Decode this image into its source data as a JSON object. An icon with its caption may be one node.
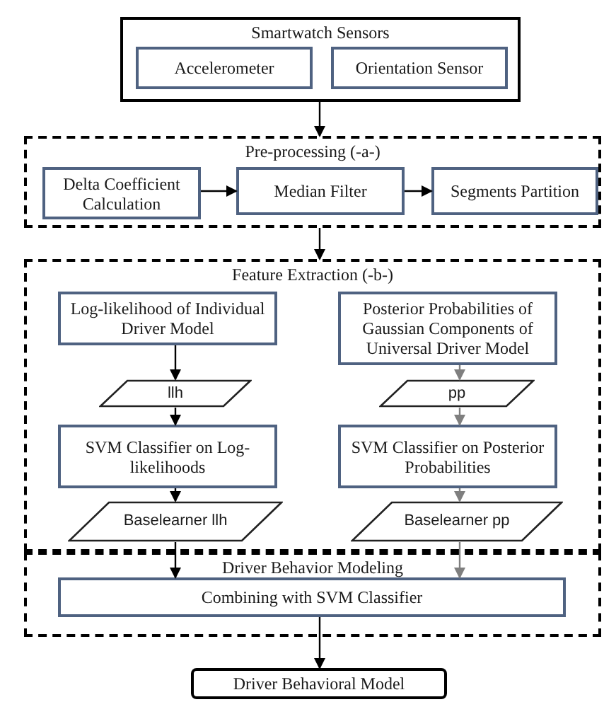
{
  "diagram": {
    "nodes": [
      {
        "text": [
          "Smartwatch Sensors"
        ]
      },
      {
        "text": [
          "Accelerometer"
        ],
        "in": 0
      },
      {
        "text": [
          "Orientation Sensor"
        ],
        "in": 0
      },
      {
        "text": [
          "Pre-processing (-a-)"
        ]
      },
      {
        "text": [
          "Delta Coefficient Calculation"
        ],
        "in": 3
      },
      {
        "text": [
          "Median Filter"
        ],
        "in": 3
      },
      {
        "text": [
          "Segments Partition"
        ],
        "in": 3
      },
      {
        "text": [
          "Feature Extraction (-b-)"
        ]
      },
      {
        "text": [
          "Log-likelihood of Individual Driver Model"
        ],
        "in": 7
      },
      {
        "text": [
          "Posterior Probabilities of Gaussian Components of Universal Driver Model"
        ],
        "in": 7
      },
      {
        "text": [
          "llh"
        ],
        "in": 7
      },
      {
        "text": [
          "pp"
        ],
        "in": 7
      },
      {
        "text": [
          "SVM Classifier on Log-likelihoods"
        ],
        "in": 7
      },
      {
        "text": [
          "SVM Classifier on Posterior Probabilities"
        ],
        "in": 7
      },
      {
        "text": [
          "Baselearner llh"
        ],
        "in": 7
      },
      {
        "text": [
          "Baselearner pp"
        ],
        "in": 7
      },
      {
        "text": [
          "Driver Behavior Modeling"
        ]
      },
      {
        "text": [
          "Combining with SVM Classifier"
        ],
        "in": 16
      },
      {
        "text": [
          "Driver Behavioral Model"
        ]
      }
    ],
    "edges": [
      {
        "from": 0,
        "to": 3,
        "arrow": "to"
      },
      {
        "from": 4,
        "to": 5,
        "arrow": "to"
      },
      {
        "from": 5,
        "to": 6,
        "arrow": "to"
      },
      {
        "from": 3,
        "to": 7,
        "arrow": "to"
      },
      {
        "from": 8,
        "to": 10,
        "arrow": "to"
      },
      {
        "from": 10,
        "to": 12,
        "arrow": "to"
      },
      {
        "from": 12,
        "to": 14,
        "arrow": "to"
      },
      {
        "from": 14,
        "to": 17,
        "arrow": "to"
      },
      {
        "from": 9,
        "to": 11,
        "arrow": "to",
        "color": "#7f7f7f"
      },
      {
        "from": 11,
        "to": 13,
        "arrow": "to",
        "color": "#7f7f7f"
      },
      {
        "from": 13,
        "to": 15,
        "arrow": "to",
        "color": "#7f7f7f"
      },
      {
        "from": 15,
        "to": 17,
        "arrow": "to",
        "color": "#7f7f7f"
      },
      {
        "from": 17,
        "to": 18,
        "arrow": "to"
      }
    ]
  }
}
